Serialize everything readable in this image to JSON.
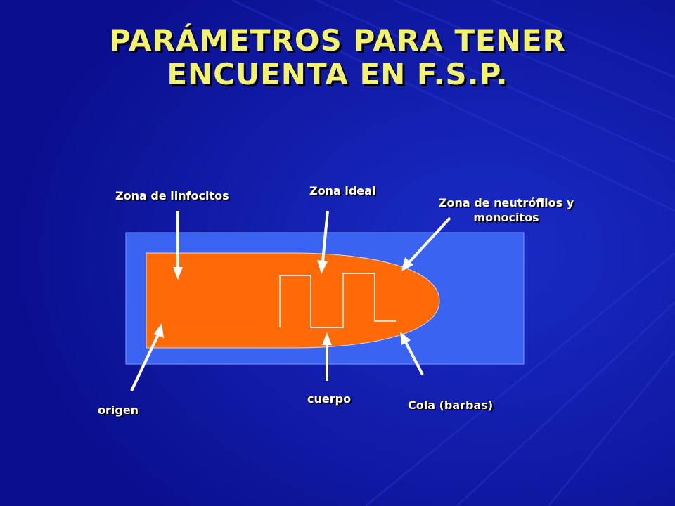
{
  "slide": {
    "title_line1": "PARÁMETROS PARA TENER",
    "title_line2": "ENCUENTA EN  F.S.P."
  },
  "diagram": {
    "labels": {
      "lymphocyte_zone": "Zona de linfocitos",
      "ideal_zone": "Zona ideal",
      "neutrophil_zone_line1": "Zona de neutrófilos y",
      "neutrophil_zone_line2": "monocitos",
      "origin": "origen",
      "body": "cuerpo",
      "tail": "Cola (barbas)"
    }
  },
  "colors": {
    "background": "#0a0f8f",
    "title": "#f2f26e",
    "slide_panel": "#3a63f2",
    "smear": "#ff6a08",
    "arrow": "#ffffff"
  }
}
